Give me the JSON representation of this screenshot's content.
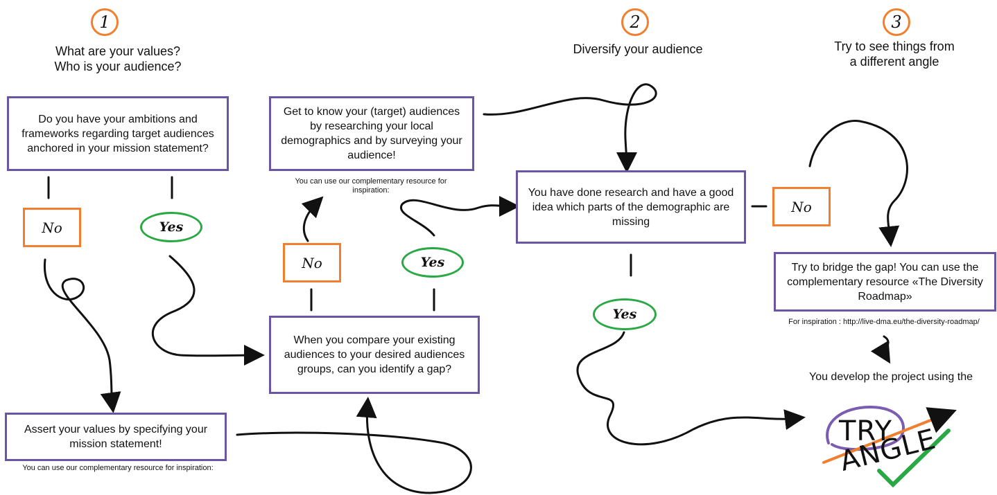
{
  "steps": [
    {
      "number": "1",
      "title": "What are your values?\nWho is your audience?"
    },
    {
      "number": "2",
      "title": "Diversify your audience"
    },
    {
      "number": "3",
      "title": "Try to see things from\na different angle"
    }
  ],
  "boxes": {
    "ambitions": "Do you have your ambitions and frameworks regarding target audiences anchored in your mission statement?",
    "assert": "Assert your values by specifying your mission statement!",
    "get_to_know": "Get to know your (target) audiences by researching your local demographics and by surveying your audience!",
    "compare": "When you compare your existing audiences to your desired audiences groups, can you identify a gap?",
    "research_done": "You have done research and have a good idea which parts of the demographic are missing",
    "bridge": "Try to bridge the gap! You can use the complementary resource «The Diversity Roadmap»"
  },
  "answers": {
    "no": "No",
    "yes": "Yes"
  },
  "notes": {
    "assert_resource": "You can use our complementary resource for inspiration:",
    "get_to_know_resource": "You can use our complementary resource for inspiration:",
    "bridge_inspiration": "For inspiration : http://live-dma.eu/the-diversity-roadmap/",
    "develop": "You develop the project using the"
  },
  "logo": {
    "top": "TRY",
    "bottom": "ANGLE"
  },
  "colors": {
    "box_border": "#6a55a5",
    "no_border": "#f07f2f",
    "yes_ring": "#2aa845",
    "arrow": "#111111",
    "logo_arrow": "#f07f2f",
    "logo_check": "#2aa845"
  }
}
